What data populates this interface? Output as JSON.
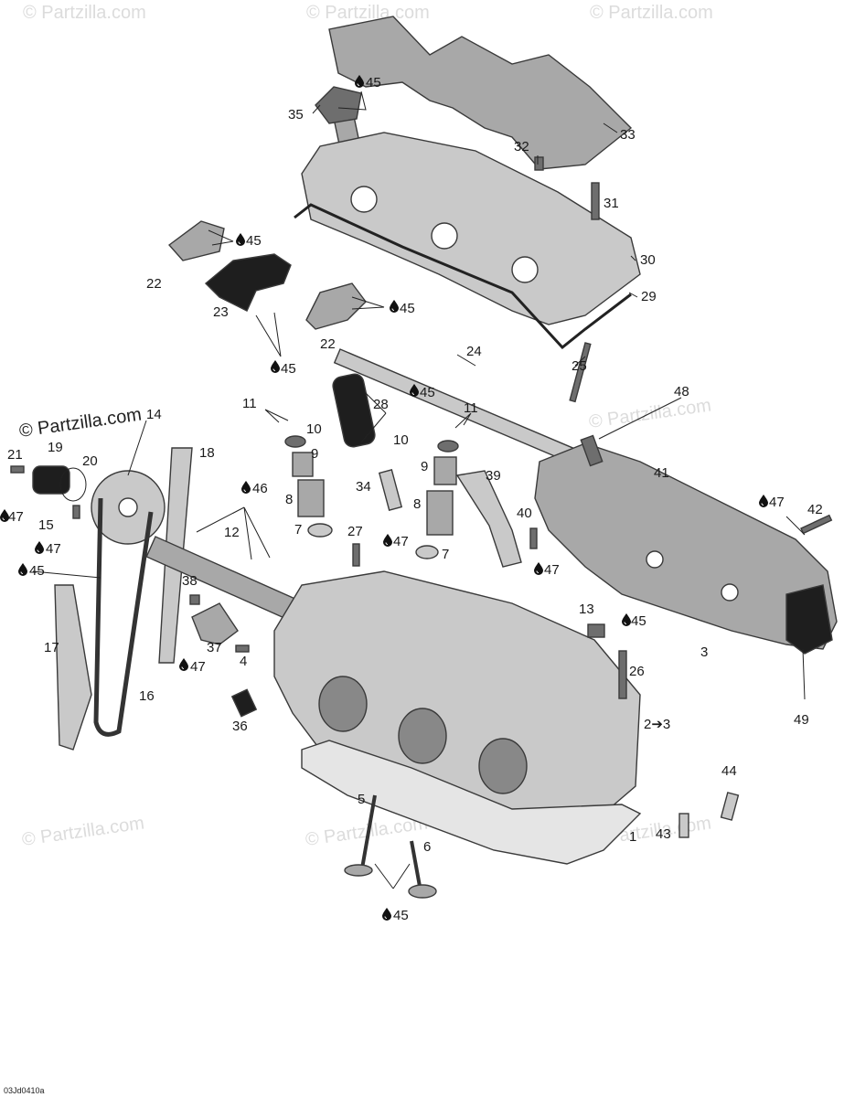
{
  "watermark_text": "© Partzilla.com",
  "drawing_code": "03Jd0410a",
  "lubricant_icon": "oil-drop-icon",
  "callouts": [
    {
      "id": "c35",
      "label": "35"
    },
    {
      "id": "c45a",
      "label": "45"
    },
    {
      "id": "c33",
      "label": "33"
    },
    {
      "id": "c32",
      "label": "32"
    },
    {
      "id": "c31",
      "label": "31"
    },
    {
      "id": "c30",
      "label": "30"
    },
    {
      "id": "c29",
      "label": "29"
    },
    {
      "id": "c45b",
      "label": "45"
    },
    {
      "id": "c22a",
      "label": "22"
    },
    {
      "id": "c23",
      "label": "23"
    },
    {
      "id": "c45c",
      "label": "45"
    },
    {
      "id": "c22b",
      "label": "22"
    },
    {
      "id": "c45d",
      "label": "45"
    },
    {
      "id": "c24",
      "label": "24"
    },
    {
      "id": "c25",
      "label": "25"
    },
    {
      "id": "c11a",
      "label": "11"
    },
    {
      "id": "c10a",
      "label": "10"
    },
    {
      "id": "c9a",
      "label": "9"
    },
    {
      "id": "c8a",
      "label": "8"
    },
    {
      "id": "c7a",
      "label": "7"
    },
    {
      "id": "c28",
      "label": "28"
    },
    {
      "id": "c45e",
      "label": "45"
    },
    {
      "id": "c11b",
      "label": "11"
    },
    {
      "id": "c10b",
      "label": "10"
    },
    {
      "id": "c9b",
      "label": "9"
    },
    {
      "id": "c8b",
      "label": "8"
    },
    {
      "id": "c7b",
      "label": "7"
    },
    {
      "id": "c34",
      "label": "34"
    },
    {
      "id": "c27",
      "label": "27"
    },
    {
      "id": "c47a",
      "label": "47"
    },
    {
      "id": "c39",
      "label": "39"
    },
    {
      "id": "c40",
      "label": "40"
    },
    {
      "id": "c47b",
      "label": "47"
    },
    {
      "id": "c48",
      "label": "48"
    },
    {
      "id": "c41",
      "label": "41"
    },
    {
      "id": "c47c",
      "label": "47"
    },
    {
      "id": "c42",
      "label": "42"
    },
    {
      "id": "c14",
      "label": "14"
    },
    {
      "id": "c21",
      "label": "21"
    },
    {
      "id": "c19",
      "label": "19"
    },
    {
      "id": "c20",
      "label": "20"
    },
    {
      "id": "c47d",
      "label": "47"
    },
    {
      "id": "c15",
      "label": "15"
    },
    {
      "id": "c47e",
      "label": "47"
    },
    {
      "id": "c45f",
      "label": "45"
    },
    {
      "id": "c18",
      "label": "18"
    },
    {
      "id": "c46",
      "label": "46"
    },
    {
      "id": "c12",
      "label": "12"
    },
    {
      "id": "c17",
      "label": "17"
    },
    {
      "id": "c16",
      "label": "16"
    },
    {
      "id": "c38",
      "label": "38"
    },
    {
      "id": "c37",
      "label": "37"
    },
    {
      "id": "c47f",
      "label": "47"
    },
    {
      "id": "c4",
      "label": "4"
    },
    {
      "id": "c36",
      "label": "36"
    },
    {
      "id": "c13",
      "label": "13"
    },
    {
      "id": "c45g",
      "label": "45"
    },
    {
      "id": "c26",
      "label": "26"
    },
    {
      "id": "c3a",
      "label": "3"
    },
    {
      "id": "c49",
      "label": "49"
    },
    {
      "id": "c2to3",
      "label": "2➔3"
    },
    {
      "id": "c44",
      "label": "44"
    },
    {
      "id": "c43",
      "label": "43"
    },
    {
      "id": "c1",
      "label": "1"
    },
    {
      "id": "c5",
      "label": "5"
    },
    {
      "id": "c6",
      "label": "6"
    },
    {
      "id": "c45h",
      "label": "45"
    }
  ]
}
